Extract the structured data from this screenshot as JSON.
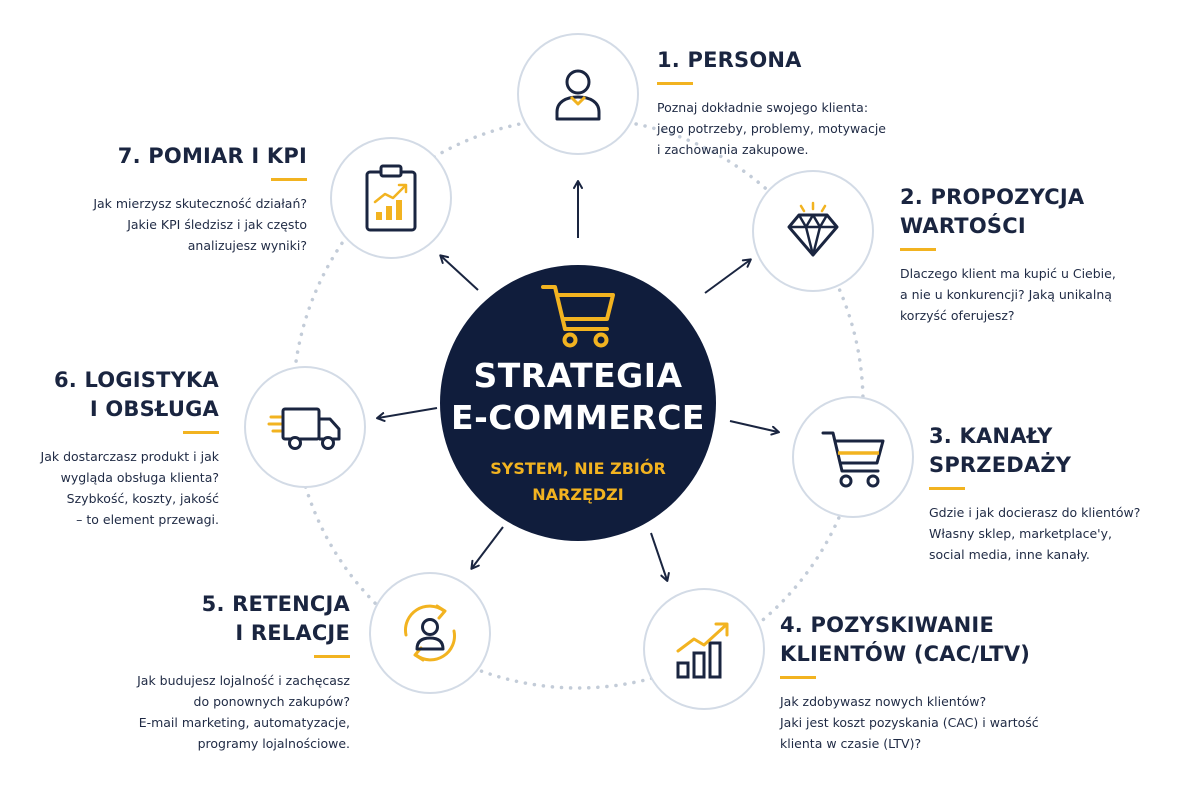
{
  "center": {
    "title_line1": "STRATEGIA",
    "title_line2": "E-COMMERCE",
    "subtitle_line1": "SYSTEM, NIE ZBIÓR",
    "subtitle_line2": "NARZĘDZI",
    "icon": "shopping-cart-icon"
  },
  "colors": {
    "navy": "#101d3c",
    "accent": "#f2b320",
    "node_border": "#d3dbe6",
    "ring_dots": "#c3ccd8",
    "text": "#1a2540"
  },
  "steps": [
    {
      "title_lines": [
        "1. PERSONA"
      ],
      "desc_lines": [
        "Poznaj dokładnie swojego klienta:",
        "jego potrzeby, problemy, motywacje",
        "i zachowania zakupowe."
      ],
      "icon": "user-icon"
    },
    {
      "title_lines": [
        "2. PROPOZYCJA",
        "WARTOŚCI"
      ],
      "desc_lines": [
        "Dlaczego klient ma kupić u Ciebie,",
        "a nie u konkurencji? Jaką unikalną",
        "korzyść oferujesz?"
      ],
      "icon": "diamond-icon"
    },
    {
      "title_lines": [
        "3. KANAŁY",
        "SPRZEDAŻY"
      ],
      "desc_lines": [
        "Gdzie i jak docierasz do klientów?",
        "Własny sklep, marketplace'y,",
        "social media, inne kanały."
      ],
      "icon": "shopping-cart-icon"
    },
    {
      "title_lines": [
        "4. POZYSKIWANIE",
        "KLIENTÓW (CAC/LTV)"
      ],
      "desc_lines": [
        "Jak zdobywasz nowych klientów?",
        "Jaki jest koszt pozyskania (CAC) i wartość",
        "klienta w czasie (LTV)?"
      ],
      "icon": "growth-chart-icon"
    },
    {
      "title_lines": [
        "5. RETENCJA",
        "I RELACJE"
      ],
      "desc_lines": [
        "Jak budujesz lojalność i zachęcasz",
        "do ponownych zakupów?",
        "E-mail marketing, automatyzacje,",
        "programy lojalnościowe."
      ],
      "icon": "returning-user-icon"
    },
    {
      "title_lines": [
        "6. LOGISTYKA",
        "I OBSŁUGA"
      ],
      "desc_lines": [
        "Jak dostarczasz produkt i jak",
        "wygląda obsługa klienta?",
        "Szybkość, koszty, jakość",
        "– to element przewagi."
      ],
      "icon": "delivery-truck-icon"
    },
    {
      "title_lines": [
        "7. POMIAR I KPI"
      ],
      "desc_lines": [
        "Jak mierzysz skuteczność działań?",
        "Jakie KPI śledzisz i jak często",
        "analizujesz wyniki?"
      ],
      "icon": "clipboard-chart-icon"
    }
  ]
}
